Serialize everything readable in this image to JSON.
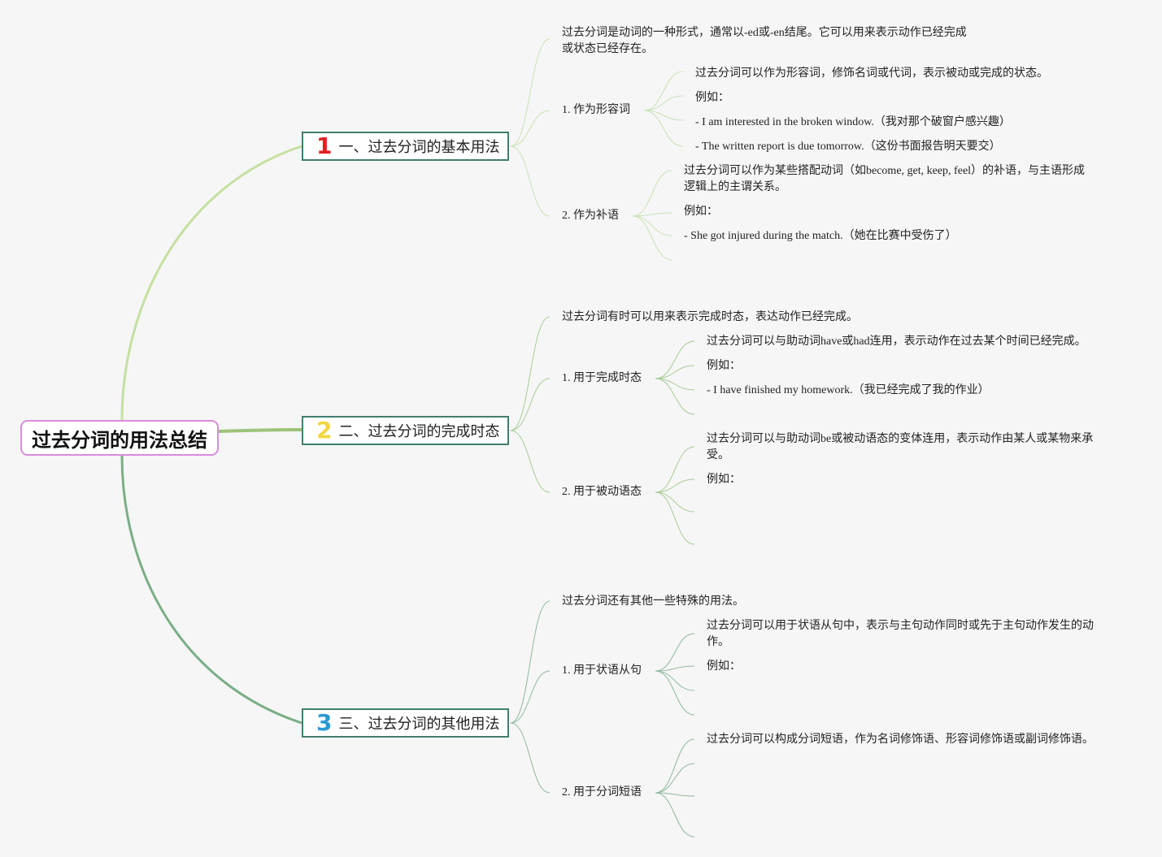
{
  "root": {
    "label": "过去分词的用法总结"
  },
  "colors": {
    "branch1": "#c5e0a0",
    "branch2": "#9dc27a",
    "branch3": "#7aae86",
    "leaf1": "#c8e3b6",
    "leaf2": "#a8cc96",
    "leaf3": "#8fb99b"
  },
  "branches": [
    {
      "number": "1",
      "number_color": "#e02020",
      "label": "一、过去分词的基本用法",
      "intro": "过去分词是动词的一种形式，通常以-ed或-en结尾。它可以用来表示动作已经完成或状态已经存在。",
      "subs": [
        {
          "label": "1. 作为形容词",
          "details": [
            "过去分词可以作为形容词，修饰名词或代词，表示被动或完成的状态。",
            "例如：",
            "- I am interested in the broken window.（我对那个破窗户感兴趣）",
            "- The written report is due tomorrow.（这份书面报告明天要交）"
          ]
        },
        {
          "label": "2. 作为补语",
          "details": [
            "过去分词可以作为某些搭配动词（如become, get, keep, feel）的补语，与主语形成逻辑上的主谓关系。",
            "例如：",
            "- She got injured during the match.（她在比赛中受伤了）"
          ]
        }
      ]
    },
    {
      "number": "2",
      "number_color": "#f2d640",
      "label": "二、过去分词的完成时态",
      "intro": "过去分词有时可以用来表示完成时态，表达动作已经完成。",
      "subs": [
        {
          "label": "1. 用于完成时态",
          "details": [
            "过去分词可以与助动词have或had连用，表示动作在过去某个时间已经完成。",
            "例如：",
            "- I have finished my homework.（我已经完成了我的作业）"
          ]
        },
        {
          "label": "2. 用于被动语态",
          "details": [
            "过去分词可以与助动词be或被动语态的变体连用，表示动作由某人或某物来承受。",
            "例如："
          ]
        }
      ]
    },
    {
      "number": "3",
      "number_color": "#2a9ad6",
      "label": "三、过去分词的其他用法",
      "intro": "过去分词还有其他一些特殊的用法。",
      "subs": [
        {
          "label": "1. 用于状语从句",
          "details": [
            "过去分词可以用于状语从句中，表示与主句动作同时或先于主句动作发生的动作。",
            "例如："
          ]
        },
        {
          "label": "2. 用于分词短语",
          "details": [
            "过去分词可以构成分词短语，作为名词修饰语、形容词修饰语或副词修饰语。"
          ]
        }
      ]
    }
  ]
}
